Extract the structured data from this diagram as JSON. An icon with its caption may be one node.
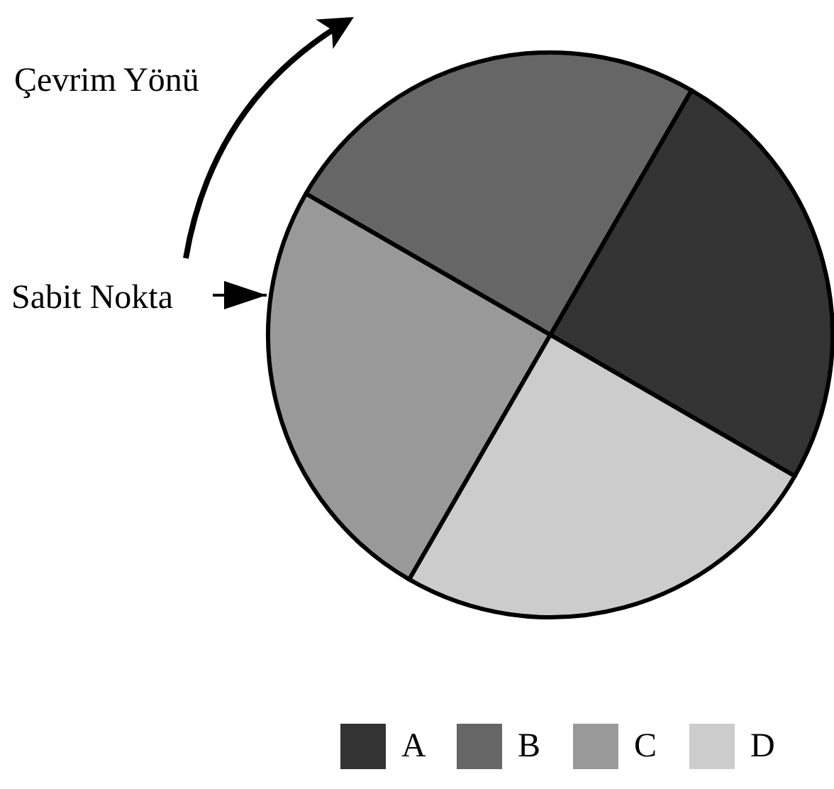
{
  "diagram": {
    "nodes": [
      {
        "text": [
          "Sabit Nokta"
        ]
      },
      {
        "text": [],
        "shape": "circle"
      }
    ],
    "edges": [
      {
        "from": 0,
        "to": 1,
        "arrow": "to"
      }
    ],
    "labels": [
      "Çevrim Yönü"
    ],
    "legend": [
      {
        "text": "A",
        "color": "#333333"
      },
      {
        "text": "B",
        "color": "#666666"
      },
      {
        "text": "C",
        "color": "#999999"
      },
      {
        "text": "D",
        "color": "#cccccc"
      }
    ]
  }
}
